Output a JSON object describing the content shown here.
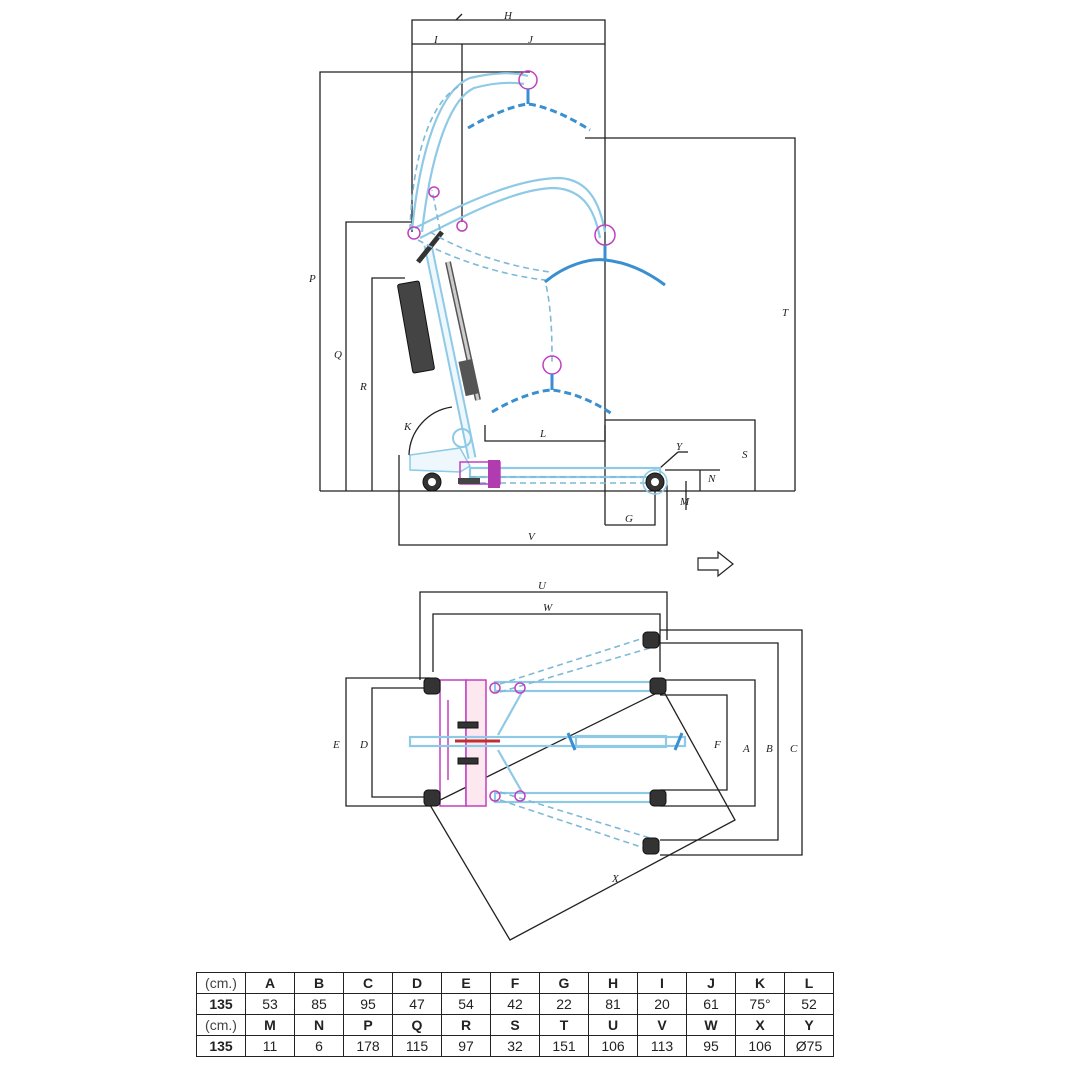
{
  "labels": {
    "side": {
      "H": "H",
      "I": "I",
      "J": "J",
      "P": "P",
      "Q": "Q",
      "R": "R",
      "K": "K",
      "L": "L",
      "S": "S",
      "T": "T",
      "Y": "Y",
      "N": "N",
      "M": "M",
      "G": "G",
      "V": "V"
    },
    "top": {
      "U": "U",
      "W": "W",
      "E": "E",
      "D": "D",
      "F": "F",
      "A": "A",
      "B": "B",
      "C": "C",
      "X": "X"
    }
  },
  "table": {
    "rows": [
      {
        "unit": "(cm.)",
        "cells": [
          "A",
          "B",
          "C",
          "D",
          "E",
          "F",
          "G",
          "H",
          "I",
          "J",
          "K",
          "L"
        ]
      },
      {
        "unit": "135",
        "cells": [
          "53",
          "85",
          "95",
          "47",
          "54",
          "42",
          "22",
          "81",
          "20",
          "61",
          "75°",
          "52"
        ]
      },
      {
        "unit": "(cm.)",
        "cells": [
          "M",
          "N",
          "P",
          "Q",
          "R",
          "S",
          "T",
          "U",
          "V",
          "W",
          "X",
          "Y"
        ]
      },
      {
        "unit": "135",
        "cells": [
          "11",
          "6",
          "178",
          "115",
          "97",
          "32",
          "151",
          "106",
          "113",
          "95",
          "106",
          "Ø75"
        ]
      }
    ]
  },
  "colors": {
    "frame": "#8ecae6",
    "sling": "#3a8fd0",
    "accent": "#c040c0",
    "line": "#222222"
  }
}
